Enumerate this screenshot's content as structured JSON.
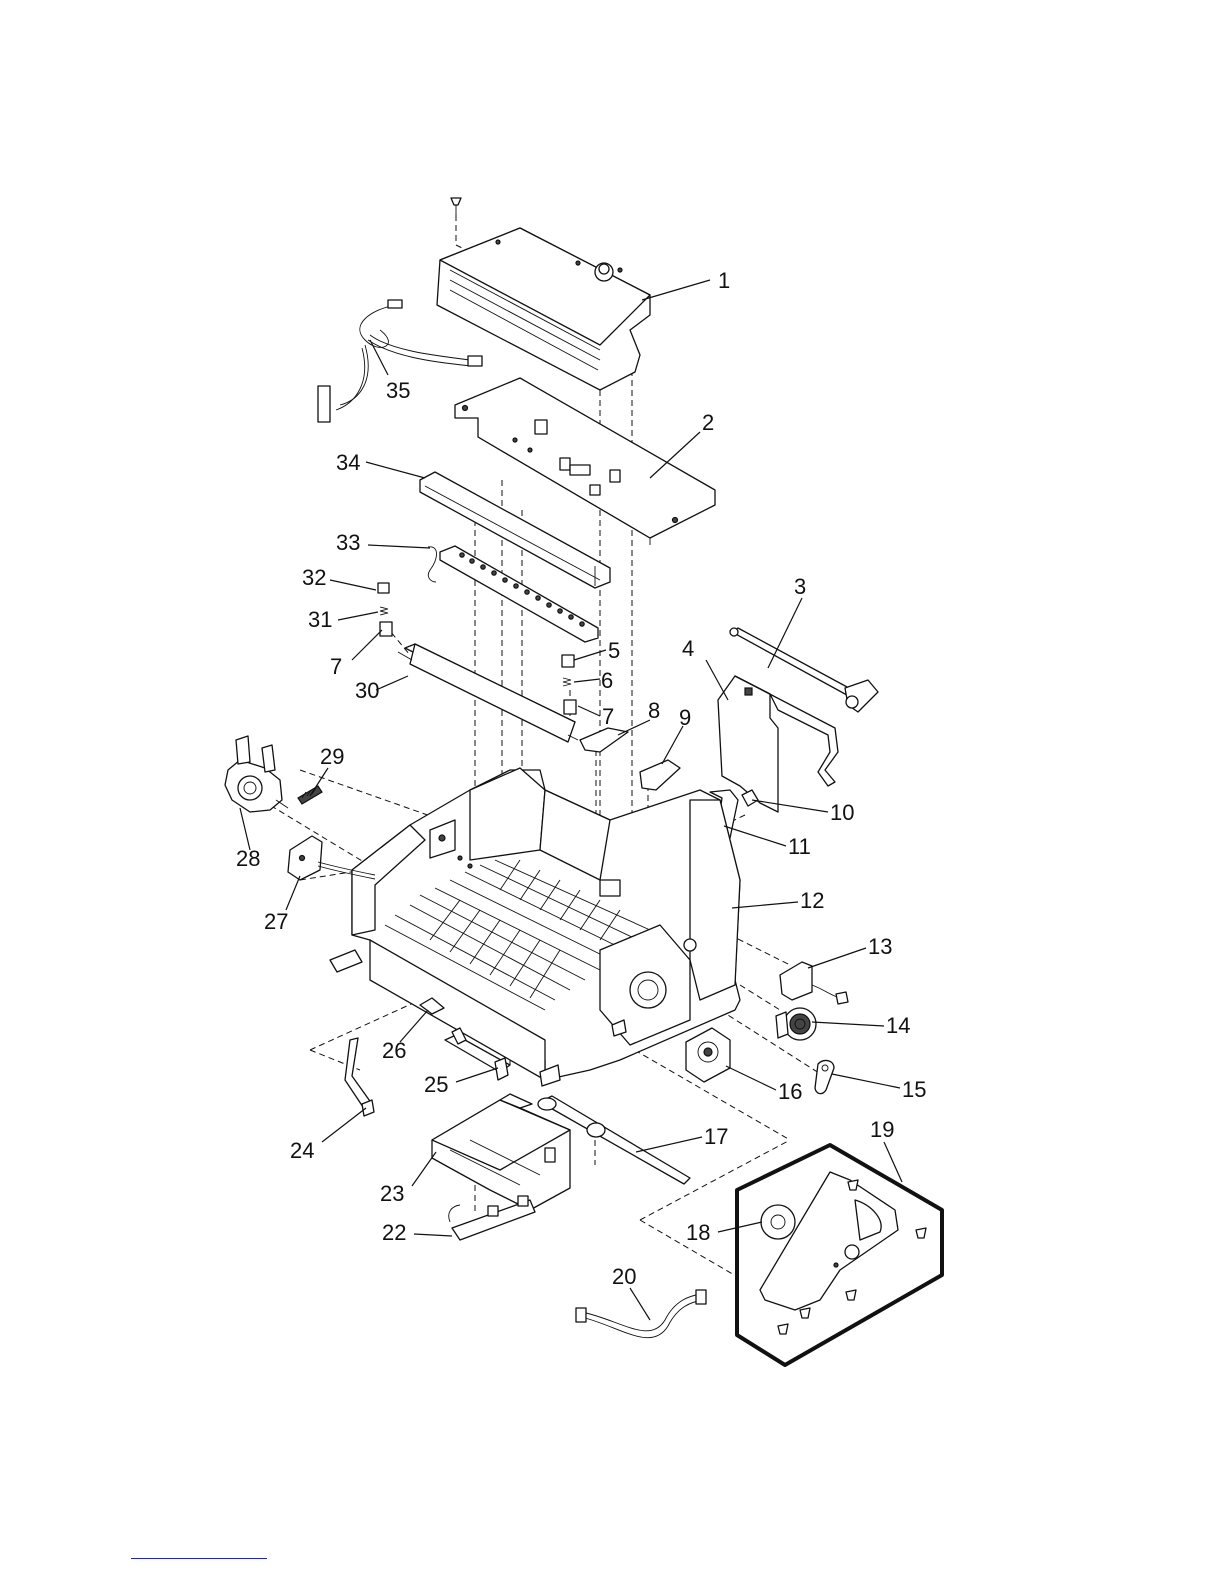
{
  "callouts": [
    "1",
    "2",
    "3",
    "4",
    "5",
    "6",
    "7",
    "7",
    "8",
    "9",
    "10",
    "11",
    "12",
    "13",
    "14",
    "15",
    "16",
    "17",
    "18",
    "19",
    "20",
    "22",
    "23",
    "24",
    "25",
    "26",
    "27",
    "28",
    "29",
    "30",
    "31",
    "32",
    "33",
    "34",
    "35"
  ]
}
